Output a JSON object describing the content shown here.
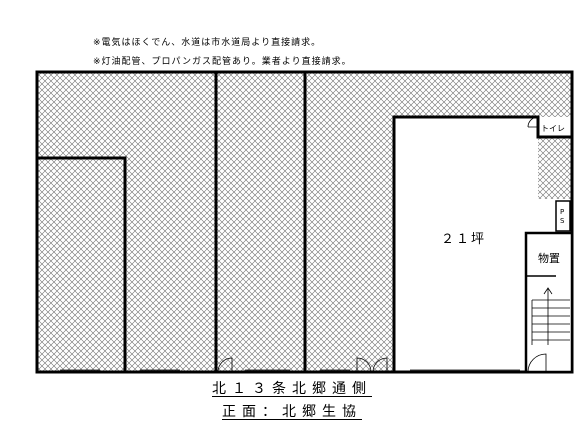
{
  "notes": [
    "※電気はほくでん、水道は市水道局より直接請求。",
    "※灯油配管、プロパンガス配管あり。業者より直接請求。"
  ],
  "rooms": {
    "main_area": "２１坪",
    "storage": "物置",
    "toilet": "トイレ",
    "ps": "P\nS"
  },
  "captions": {
    "street": "北１３条北郷通側",
    "front": "正面：北郷生協"
  }
}
